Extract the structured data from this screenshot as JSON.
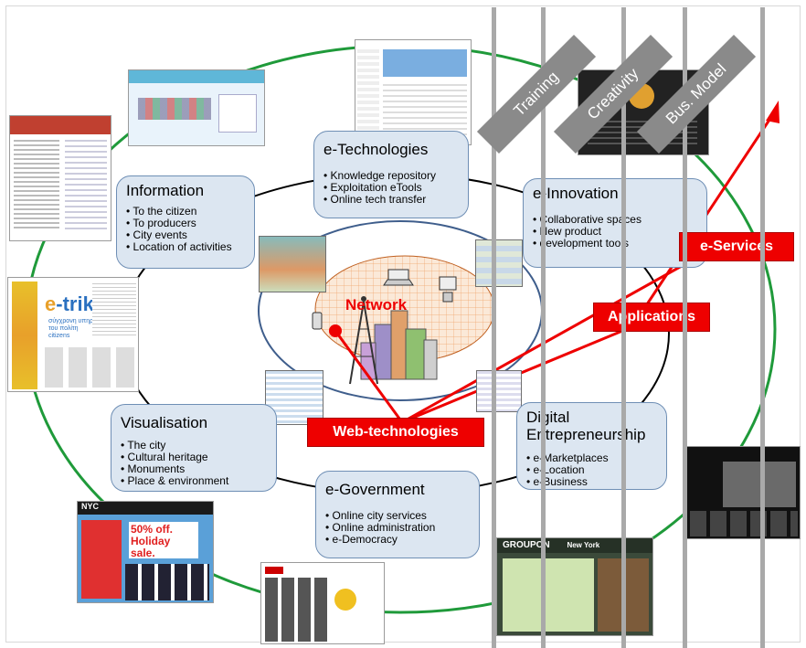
{
  "boxes": {
    "information": {
      "title": "Information",
      "items": [
        "To the citizen",
        "To producers",
        "City events",
        "Location of activities"
      ]
    },
    "e_technologies": {
      "title": "e-Technologies",
      "items": [
        "Knowledge repository",
        "Exploitation eTools",
        "Online tech transfer"
      ]
    },
    "e_innovation": {
      "title": "e-Innovation",
      "items": [
        "Collaborative spaces",
        "New product",
        "development tools"
      ]
    },
    "visualisation": {
      "title": "Visualisation",
      "items": [
        "The city",
        "Cultural heritage",
        "Monuments",
        "Place & environment"
      ]
    },
    "e_government": {
      "title": "e-Government",
      "items": [
        "Online city services",
        "Online administration",
        "e-Democracy"
      ]
    },
    "digital_entrepreneurship": {
      "title_line1": "Digital",
      "title_line2": "Entrepreneurship",
      "items": [
        "e-Marketplaces",
        "e-Location",
        "e-Business"
      ]
    }
  },
  "center": {
    "label": "Network"
  },
  "labels": {
    "web_technologies": "Web-technologies",
    "applications": "Applications",
    "e_services": "e-Services"
  },
  "bands": [
    "Training",
    "Creativity",
    "Bus. Model"
  ],
  "screenshots": {
    "etrikala": {
      "title_prefix": "e",
      "title_rest": "-trikala",
      "subtitle": "σύγχρονη υπηρεσία\nτου πολίτη\ncitizens"
    },
    "nyc": {
      "brand": "NYC",
      "promo": "50% off. Holiday sale."
    },
    "groupon": {
      "brand": "GROUPON",
      "city": "New York"
    }
  },
  "colors": {
    "box_fill": "#dce6f1",
    "box_border": "#6f8fb5",
    "arrow_red": "#ee0000",
    "ring_green": "#1f9a3a",
    "band_gray": "#8a8a8a"
  }
}
